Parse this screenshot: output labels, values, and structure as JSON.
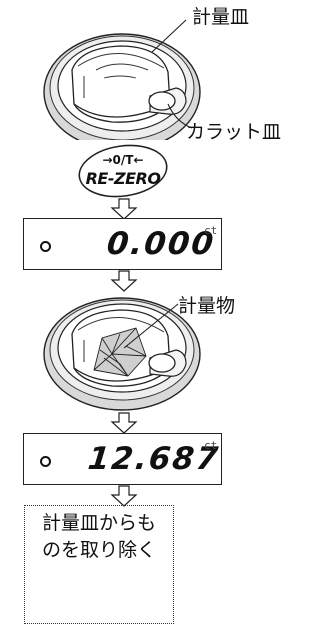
{
  "labels": {
    "pan": "計量皿",
    "carat_pan": "カラット皿",
    "sample": "計量物"
  },
  "button": {
    "top": "→0/T←",
    "main": "RE-ZERO"
  },
  "displays": [
    {
      "value": "0.000",
      "unit": "ct"
    },
    {
      "value": "12.687",
      "unit": "ct"
    }
  ],
  "note": {
    "line1": "計量皿からも",
    "line2": "のを取り除く"
  }
}
